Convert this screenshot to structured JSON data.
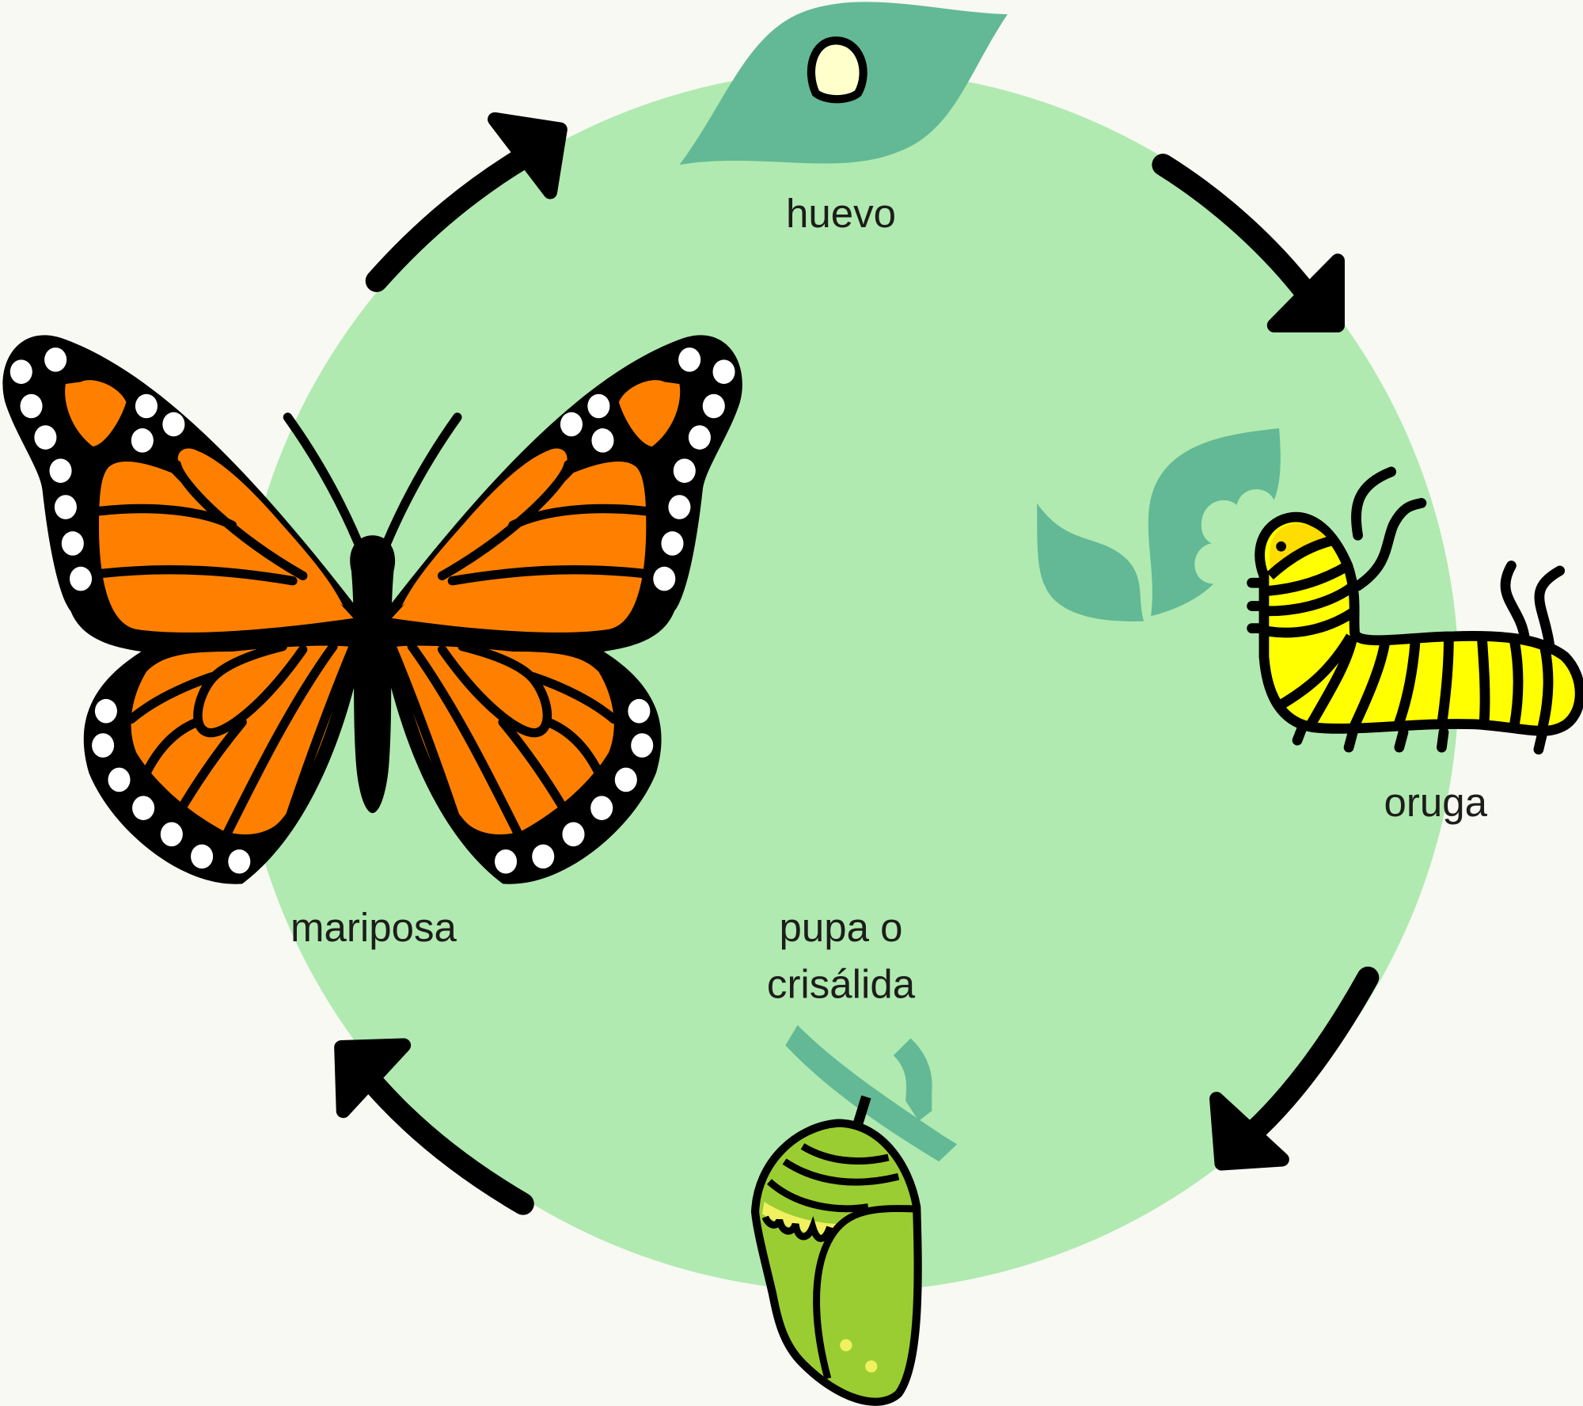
{
  "title": "Ciclo de vida de la mariposa",
  "stages": {
    "egg": {
      "label": "huevo"
    },
    "caterpillar": {
      "label": "oruga"
    },
    "pupa": {
      "label_line1": "pupa o",
      "label_line2": "crisálida"
    },
    "butterfly": {
      "label": "mariposa"
    }
  },
  "colors": {
    "background": "#f8f9f3",
    "cycle_circle": "#b0eab0",
    "leaf": "#63b995",
    "wing_orange": "#ff8000",
    "caterpillar_yellow": "#ffff00",
    "caterpillar_head": "#ffdd00",
    "pupa_green": "#9acd32",
    "egg": "#ffffcc",
    "outline": "#000000"
  }
}
